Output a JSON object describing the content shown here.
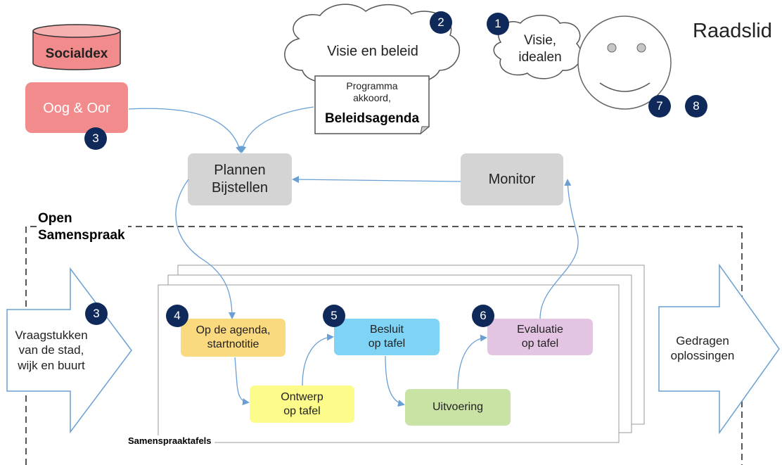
{
  "colors": {
    "badge": "#0f2a5a",
    "socialdex": "#f28b8b",
    "oog_oor": "#f28b8b",
    "process_box": "#d4d4d4",
    "agenda": "#fbd97e",
    "besluit": "#7fd3f4",
    "evaluatie": "#e3c5e3",
    "ontwerp": "#fdfb8a",
    "uitvoering": "#c9e3a5",
    "connector": "#6a9fd4"
  },
  "icons": {
    "socialdex": "database-cylinder-icon",
    "raadslid": "smiley-face-icon",
    "thought": "thought-cloud-icon",
    "document": "folded-document-icon"
  },
  "raadslid": {
    "title": "Raadslid"
  },
  "socialdex": {
    "label": "Socialdex"
  },
  "oog_oor": {
    "label": "Oog & Oor"
  },
  "cloud_visie_beleid": {
    "label": "Visie en beleid"
  },
  "cloud_visie_idealen": {
    "label": "Visie,\nidealen"
  },
  "document": {
    "line1": "Programma\nakkoord,",
    "line2": "Beleidsagenda"
  },
  "plannen": {
    "label": "Plannen\nBijstellen"
  },
  "monitor": {
    "label": "Monitor"
  },
  "open_samenspraak": {
    "label": "Open\nSamenspraak"
  },
  "vraagstukken": {
    "label": "Vraagstukken\nvan de stad,\nwijk en buurt"
  },
  "gedragen": {
    "label": "Gedragen\noplossingen"
  },
  "samenspraaktafels": {
    "label": "Samenspraaktafels"
  },
  "steps": {
    "agenda": "Op de agenda,\nstartnotitie",
    "besluit": "Besluit\nop tafel",
    "evaluatie": "Evaluatie\nop tafel",
    "ontwerp": "Ontwerp\nop tafel",
    "uitvoering": "Uitvoering"
  },
  "badges": {
    "b1": "1",
    "b2": "2",
    "b3a": "3",
    "b3b": "3",
    "b4": "4",
    "b5": "5",
    "b6": "6",
    "b7": "7",
    "b8": "8"
  }
}
